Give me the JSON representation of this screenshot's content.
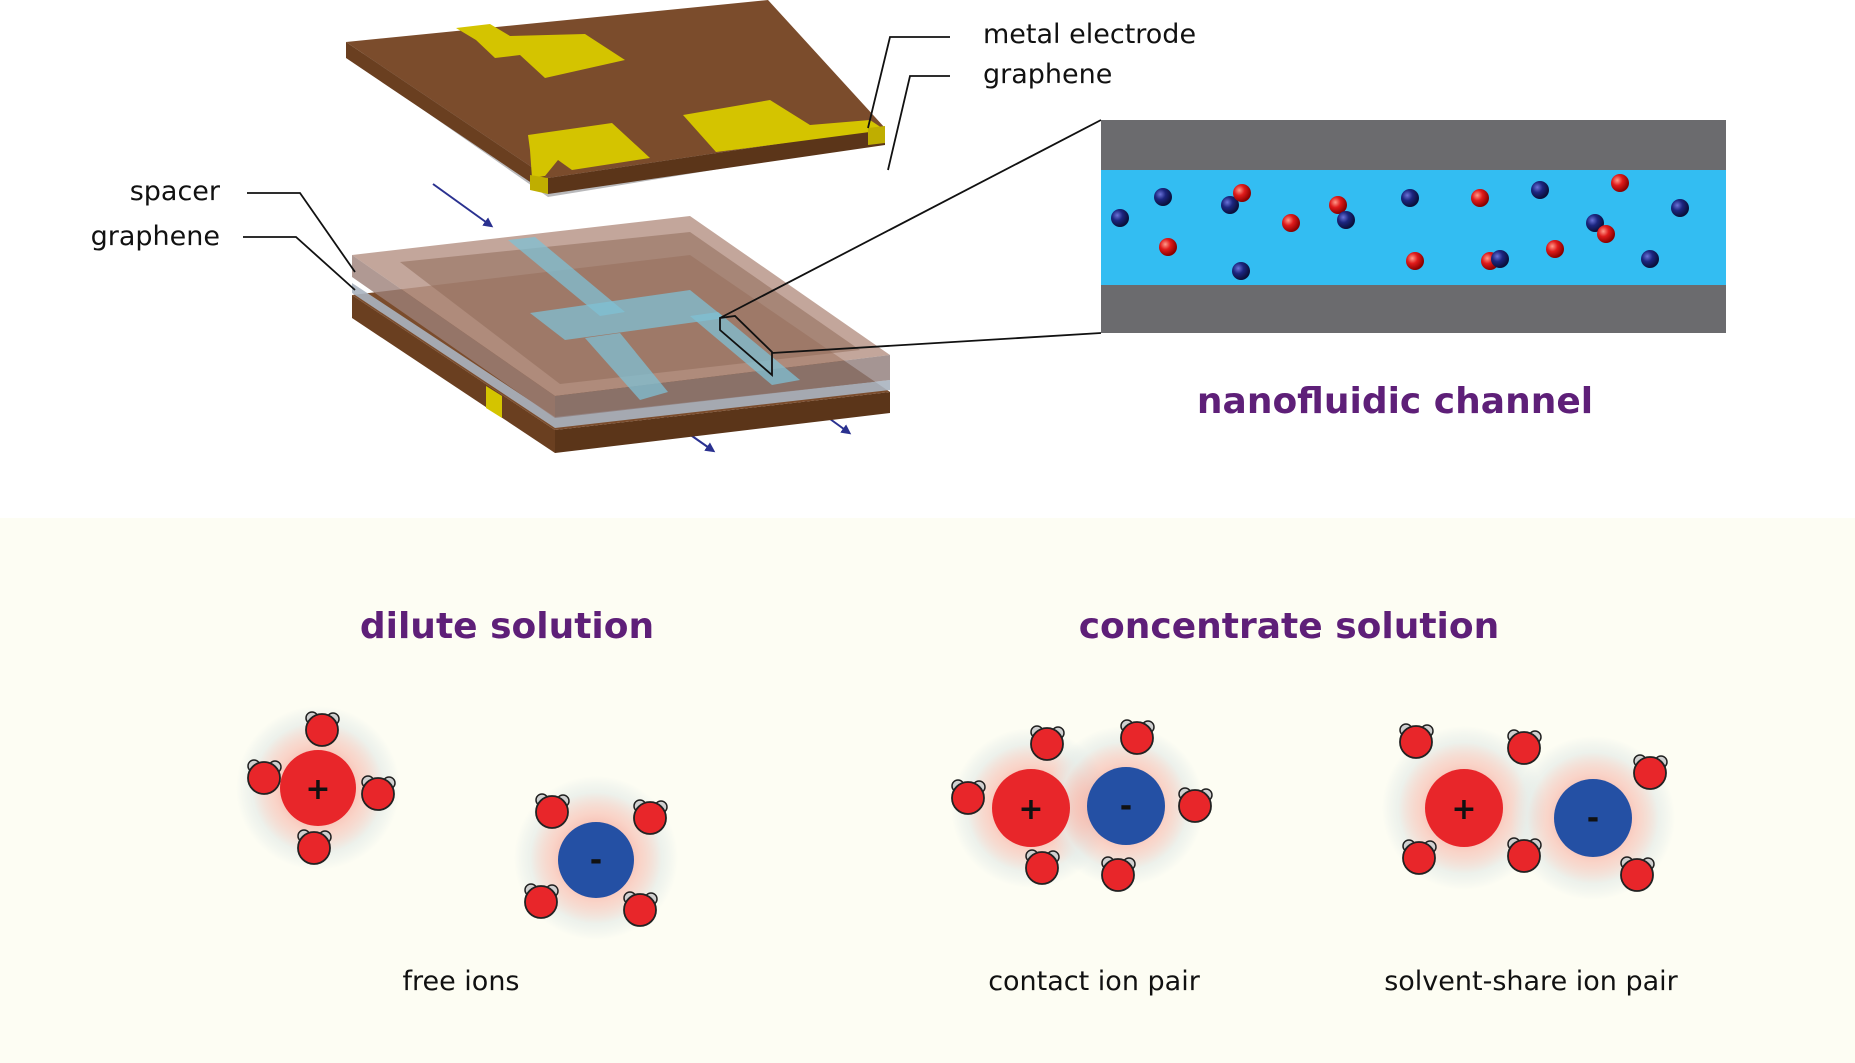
{
  "labels": {
    "metal_electrode": "metal electrode",
    "graphene_top": "graphene",
    "spacer": "spacer",
    "graphene_bottom": "graphene"
  },
  "headings": {
    "channel": "nanofluidic channel",
    "dilute": "dilute solution",
    "concentrate": "concentrate solution"
  },
  "captions": {
    "free_ions": "free ions",
    "contact_pair": "contact ion pair",
    "solvent_share_pair": "solvent-share ion pair"
  },
  "ion_signs": {
    "cation": "+",
    "anion": "-"
  },
  "colors": {
    "substrate_brown": "#7b4c2c",
    "electrode_yellow": "#d4c400",
    "channel_fluid": "#33bdf2",
    "channel_wall": "#6b6b6e",
    "cation_red": "#e8262a",
    "anion_blue": "#2450a4",
    "heading_purple": "#5e1f78",
    "flow_arrow": "#2a3190",
    "lower_panel_bg": "#fdfdf3"
  }
}
